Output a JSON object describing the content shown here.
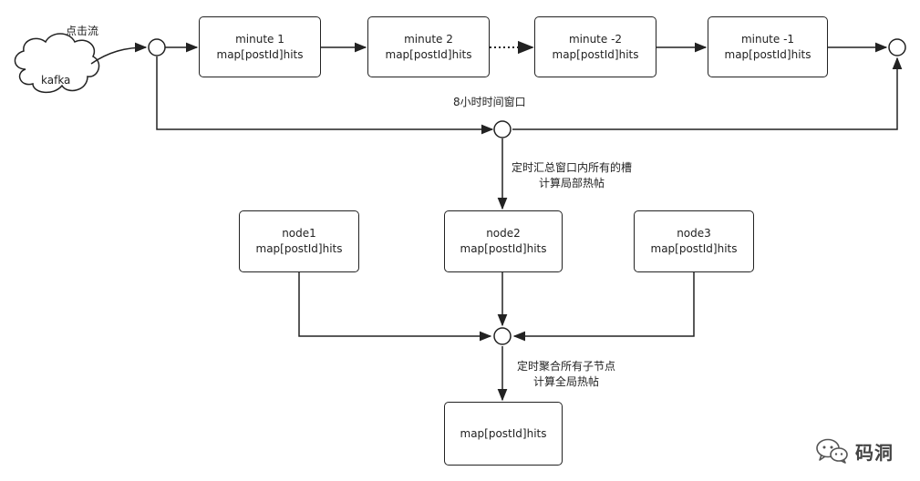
{
  "source": {
    "cloud_label": "kafka",
    "stream_label": "点击流"
  },
  "window_slots": [
    {
      "line1": "minute 1",
      "line2": "map[postId]hits"
    },
    {
      "line1": "minute 2",
      "line2": "map[postId]hits"
    },
    {
      "line1": "minute -2",
      "line2": "map[postId]hits"
    },
    {
      "line1": "minute -1",
      "line2": "map[postId]hits"
    }
  ],
  "window_label": "8小时时间窗口",
  "local_step": {
    "line1": "定时汇总窗口内所有的槽",
    "line2": "计算局部热帖"
  },
  "nodes": [
    {
      "line1": "node1",
      "line2": "map[postId]hits"
    },
    {
      "line1": "node2",
      "line2": "map[postId]hits"
    },
    {
      "line1": "node3",
      "line2": "map[postId]hits"
    }
  ],
  "global_step": {
    "line1": "定时聚合所有子节点",
    "line2": "计算全局热帖"
  },
  "result": {
    "label": "map[postId]hits"
  },
  "watermark": {
    "text": "码洞",
    "icon": "wechat-icon"
  }
}
